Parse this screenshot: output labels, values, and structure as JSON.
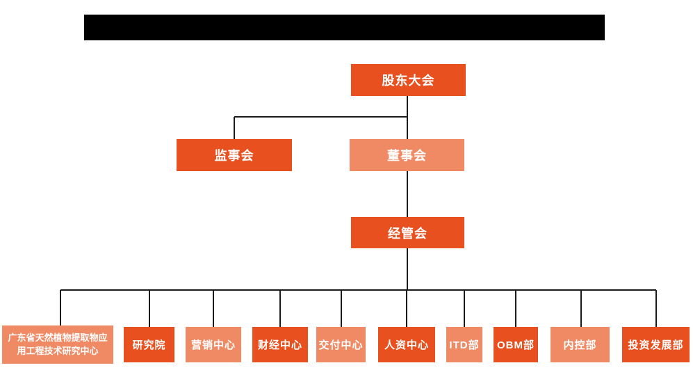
{
  "colors": {
    "primary_orange": "#e8501f",
    "secondary_orange": "#ef8a64",
    "node_text": "#ffffff",
    "connector": "#1a1a1a",
    "title_bar": "#000000",
    "background": "#ffffff"
  },
  "org_chart": {
    "levels": [
      {
        "name": "level-1",
        "nodes": [
          {
            "id": "shareholders-meeting",
            "label": "股东大会",
            "variant": "primary"
          }
        ]
      },
      {
        "name": "level-2",
        "nodes": [
          {
            "id": "supervisory-board",
            "label": "监事会",
            "variant": "primary"
          },
          {
            "id": "board-of-directors",
            "label": "董事会",
            "variant": "secondary"
          }
        ]
      },
      {
        "name": "level-3",
        "nodes": [
          {
            "id": "management-committee",
            "label": "经管会",
            "variant": "primary"
          }
        ]
      },
      {
        "name": "level-4",
        "nodes": [
          {
            "id": "gd-research-center",
            "label": "广东省天然植物提取物应用工程技术研究中心",
            "variant": "secondary"
          },
          {
            "id": "research-institute",
            "label": "研究院",
            "variant": "primary"
          },
          {
            "id": "marketing-center",
            "label": "营销中心",
            "variant": "secondary"
          },
          {
            "id": "finance-center",
            "label": "财经中心",
            "variant": "primary"
          },
          {
            "id": "delivery-center",
            "label": "交付中心",
            "variant": "secondary"
          },
          {
            "id": "hr-center",
            "label": "人资中心",
            "variant": "primary"
          },
          {
            "id": "itd-dept",
            "label": "ITD部",
            "variant": "secondary"
          },
          {
            "id": "obm-dept",
            "label": "OBM部",
            "variant": "primary"
          },
          {
            "id": "internal-control-dept",
            "label": "内控部",
            "variant": "secondary"
          },
          {
            "id": "investment-development-dept",
            "label": "投资发展部",
            "variant": "primary"
          }
        ]
      }
    ]
  }
}
